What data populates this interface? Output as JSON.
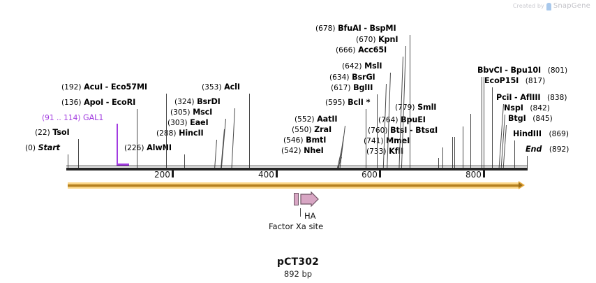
{
  "watermark": {
    "prefix": "Created by",
    "brand": "SnapGene",
    "logo_icon": "snapgene-logo-icon"
  },
  "plasmid": {
    "name": "pCT302",
    "size": "892 bp",
    "length_bp": 892
  },
  "colors": {
    "backbone": "#262626",
    "orf_arrow": "#e6a93a",
    "gal1_feature": "#a23ce0",
    "ha_feature": "#d8a6c4",
    "watermark_text": "#c9c9cf"
  },
  "ruler": {
    "ticks": [
      {
        "label": "200",
        "bp": 200
      },
      {
        "label": "400",
        "bp": 400
      },
      {
        "label": "600",
        "bp": 600
      },
      {
        "label": "800",
        "bp": 800
      }
    ]
  },
  "features": [
    {
      "name": "GAL1",
      "range_label": "(91 .. 114)",
      "label": "GAL1",
      "start": 91,
      "end": 114,
      "color": "#a23ce0"
    },
    {
      "name": "Factor Xa site",
      "label": "Factor Xa site"
    },
    {
      "name": "HA",
      "label": "HA"
    }
  ],
  "markers": [
    {
      "pos": "(0)",
      "name": "Start",
      "style": "italic"
    },
    {
      "pos": "(892)",
      "name": "End",
      "style": "italic"
    }
  ],
  "sites": [
    {
      "pos": "(22)",
      "name": "TsoI",
      "bp": 22
    },
    {
      "pos": "(136)",
      "name": "ApoI",
      "name2": "EcoRI",
      "bp": 136
    },
    {
      "pos": "(192)",
      "name": "AcuI",
      "name2": "Eco57MI",
      "bp": 192
    },
    {
      "pos": "(226)",
      "name": "AlwNI",
      "bp": 226
    },
    {
      "pos": "(288)",
      "name": "HincII",
      "bp": 288
    },
    {
      "pos": "(303)",
      "name": "EaeI",
      "bp": 303
    },
    {
      "pos": "(305)",
      "name": "MscI",
      "bp": 305
    },
    {
      "pos": "(324)",
      "name": "BsrDI",
      "bp": 324
    },
    {
      "pos": "(353)",
      "name": "AclI",
      "bp": 353
    },
    {
      "pos": "(542)",
      "name": "NheI",
      "bp": 542
    },
    {
      "pos": "(546)",
      "name": "BmtI",
      "bp": 546
    },
    {
      "pos": "(550)",
      "name": "ZraI",
      "bp": 550
    },
    {
      "pos": "(552)",
      "name": "AatII",
      "bp": 552
    },
    {
      "pos": "(595)",
      "name": "BclI *",
      "bp": 595
    },
    {
      "pos": "(617)",
      "name": "BglII",
      "bp": 617
    },
    {
      "pos": "(634)",
      "name": "BsrGI",
      "bp": 634
    },
    {
      "pos": "(642)",
      "name": "MslI",
      "bp": 642
    },
    {
      "pos": "(666)",
      "name": "Acc65I",
      "bp": 666
    },
    {
      "pos": "(670)",
      "name": "KpnI",
      "bp": 670
    },
    {
      "pos": "(678)",
      "name": "BfuAI",
      "name2": "BspMI",
      "bp": 678
    },
    {
      "pos": "(733)",
      "name": "KflI",
      "bp": 733
    },
    {
      "pos": "(741)",
      "name": "MmeI",
      "bp": 741
    },
    {
      "pos": "(760)",
      "name": "BtsI",
      "name2": "BtsαI",
      "bp": 760
    },
    {
      "pos": "(764)",
      "name": "BpuEI",
      "bp": 764
    },
    {
      "pos": "(779)",
      "name": "SmlI",
      "bp": 779
    },
    {
      "pos": "(801)",
      "name": "BbvCI",
      "name2": "Bpu10I",
      "bp": 801
    },
    {
      "pos": "(817)",
      "name": "EcoP15I",
      "bp": 817
    },
    {
      "pos": "(838)",
      "name": "PciI",
      "name2": "AflIII",
      "bp": 838
    },
    {
      "pos": "(842)",
      "name": "NspI",
      "bp": 842
    },
    {
      "pos": "(845)",
      "name": "BtgI",
      "bp": 845
    },
    {
      "pos": "(869)",
      "name": "HindIII",
      "bp": 869
    }
  ],
  "left_labels": {
    "l0": {
      "pos": "(0)",
      "name": "Start"
    },
    "l22": {
      "pos": "(22)",
      "name": "TsoI"
    },
    "gal": {
      "pos": "(91 .. 114)",
      "name": "GAL1"
    },
    "l136": {
      "pos": "(136)",
      "name": "ApoI",
      "sep": "-",
      "name2": "EcoRI"
    },
    "l192": {
      "pos": "(192)",
      "name": "AcuI",
      "sep": "-",
      "name2": "Eco57MI"
    },
    "l226": {
      "pos": "(226)",
      "name": "AlwNI"
    },
    "l288": {
      "pos": "(288)",
      "name": "HincII"
    },
    "l303": {
      "pos": "(303)",
      "name": "EaeI"
    },
    "l305": {
      "pos": "(305)",
      "name": "MscI"
    },
    "l324": {
      "pos": "(324)",
      "name": "BsrDI"
    },
    "l353": {
      "pos": "(353)",
      "name": "AclI"
    }
  },
  "mid_labels": {
    "l542": {
      "pos": "(542)",
      "name": "NheI"
    },
    "l546": {
      "pos": "(546)",
      "name": "BmtI"
    },
    "l550": {
      "pos": "(550)",
      "name": "ZraI"
    },
    "l552": {
      "pos": "(552)",
      "name": "AatII"
    },
    "l595": {
      "pos": "(595)",
      "name": "BclI *"
    },
    "l617": {
      "pos": "(617)",
      "name": "BglII"
    },
    "l634": {
      "pos": "(634)",
      "name": "BsrGI"
    },
    "l642": {
      "pos": "(642)",
      "name": "MslI"
    },
    "l666": {
      "pos": "(666)",
      "name": "Acc65I"
    },
    "l670": {
      "pos": "(670)",
      "name": "KpnI"
    },
    "l678": {
      "pos": "(678)",
      "name": "BfuAI",
      "sep": "-",
      "name2": "BspMI"
    }
  },
  "right_labels": {
    "l733": {
      "pos": "(733)",
      "name": "KflI"
    },
    "l741": {
      "pos": "(741)",
      "name": "MmeI"
    },
    "l760": {
      "pos": "(760)",
      "name": "BtsI",
      "sep": "-",
      "name2": "BtsαI"
    },
    "l764": {
      "pos": "(764)",
      "name": "BpuEI"
    },
    "l779": {
      "pos": "(779)",
      "name": "SmlI"
    },
    "l801": {
      "pos": "(801)",
      "name": "BbvCI",
      "sep": "-",
      "name2": "Bpu10I"
    },
    "l817": {
      "pos": "(817)",
      "name": "EcoP15I"
    },
    "l838": {
      "pos": "(838)",
      "name": "PciI",
      "sep": "-",
      "name2": "AflIII"
    },
    "l842": {
      "pos": "(842)",
      "name": "NspI"
    },
    "l845": {
      "pos": "(845)",
      "name": "BtgI"
    },
    "l869": {
      "pos": "(869)",
      "name": "HindIII"
    },
    "l892": {
      "pos": "(892)",
      "name": "End"
    }
  },
  "separators": {
    "dash": "-"
  }
}
